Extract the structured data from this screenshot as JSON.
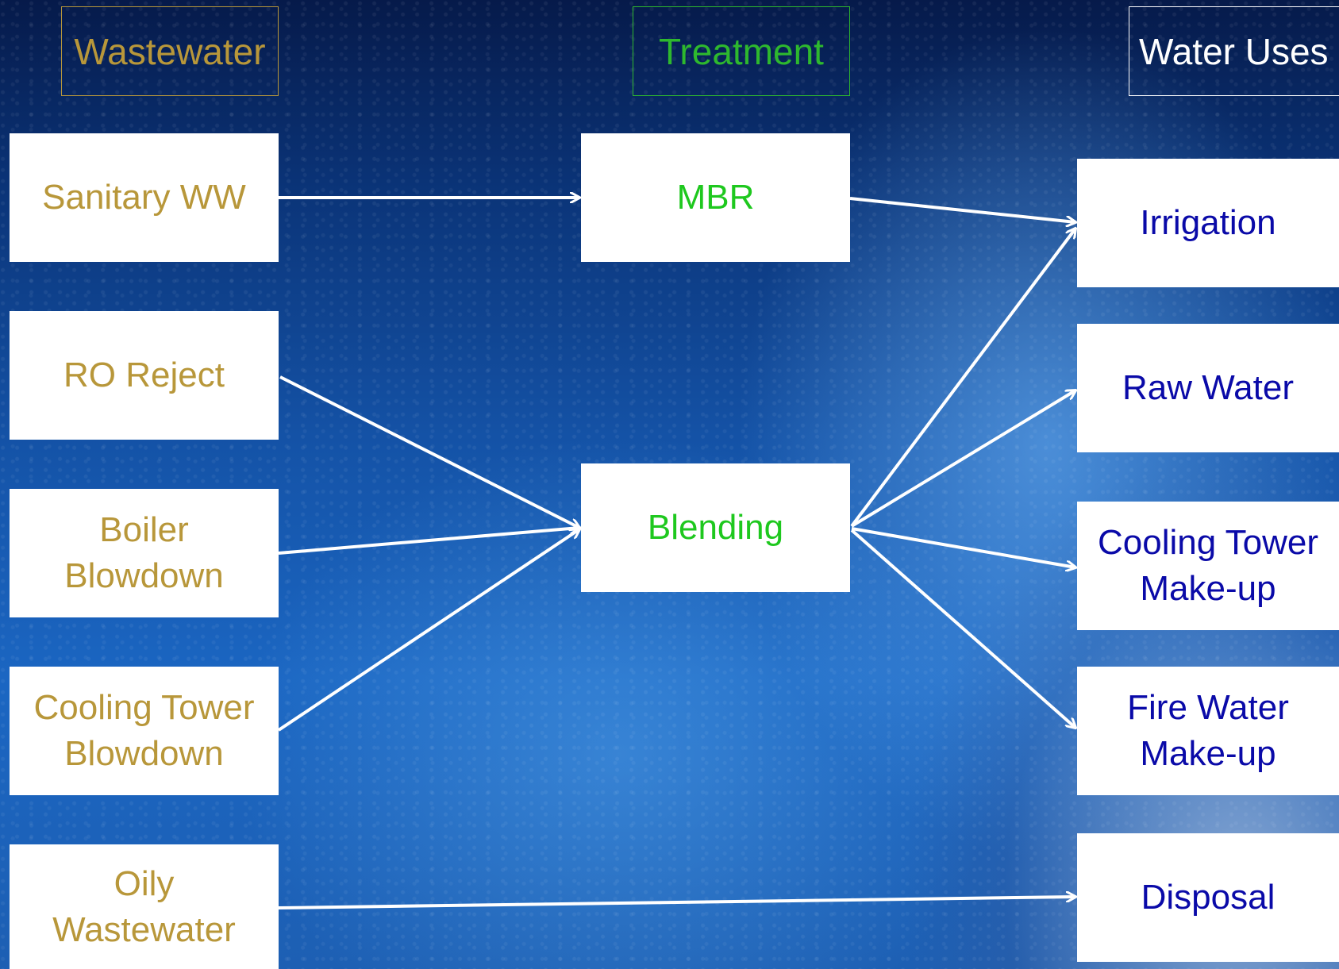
{
  "headers": {
    "wastewater": "Wastewater",
    "treatment": "Treatment",
    "water_uses": "Water Uses"
  },
  "sources": [
    {
      "label": "Sanitary WW"
    },
    {
      "label": "RO Reject"
    },
    {
      "label": "Boiler\nBlowdown"
    },
    {
      "label": "Cooling Tower\nBlowdown"
    },
    {
      "label": "Oily\nWastewater"
    }
  ],
  "treatments": [
    {
      "label": "MBR"
    },
    {
      "label": "Blending"
    }
  ],
  "uses": [
    {
      "label": "Irrigation"
    },
    {
      "label": "Raw Water"
    },
    {
      "label": "Cooling Tower\nMake-up"
    },
    {
      "label": "Fire Water\nMake-up"
    },
    {
      "label": "Disposal"
    }
  ],
  "connections": [
    {
      "from": "Sanitary WW",
      "to": "MBR"
    },
    {
      "from": "MBR",
      "to": "Irrigation"
    },
    {
      "from": "RO Reject",
      "to": "Blending"
    },
    {
      "from": "Boiler Blowdown",
      "to": "Blending"
    },
    {
      "from": "Cooling Tower Blowdown",
      "to": "Blending"
    },
    {
      "from": "Blending",
      "to": "Irrigation"
    },
    {
      "from": "Blending",
      "to": "Raw Water"
    },
    {
      "from": "Blending",
      "to": "Cooling Tower Make-up"
    },
    {
      "from": "Blending",
      "to": "Fire Water Make-up"
    },
    {
      "from": "Oily Wastewater",
      "to": "Disposal"
    }
  ],
  "colors": {
    "header_wastewater": "#b8973a",
    "header_treatment": "#2eb82e",
    "header_water_uses": "#ffffff",
    "source_text": "#b8973a",
    "treatment_text": "#1ec81e",
    "use_text": "#0a0aa8",
    "arrow": "#ffffff"
  }
}
